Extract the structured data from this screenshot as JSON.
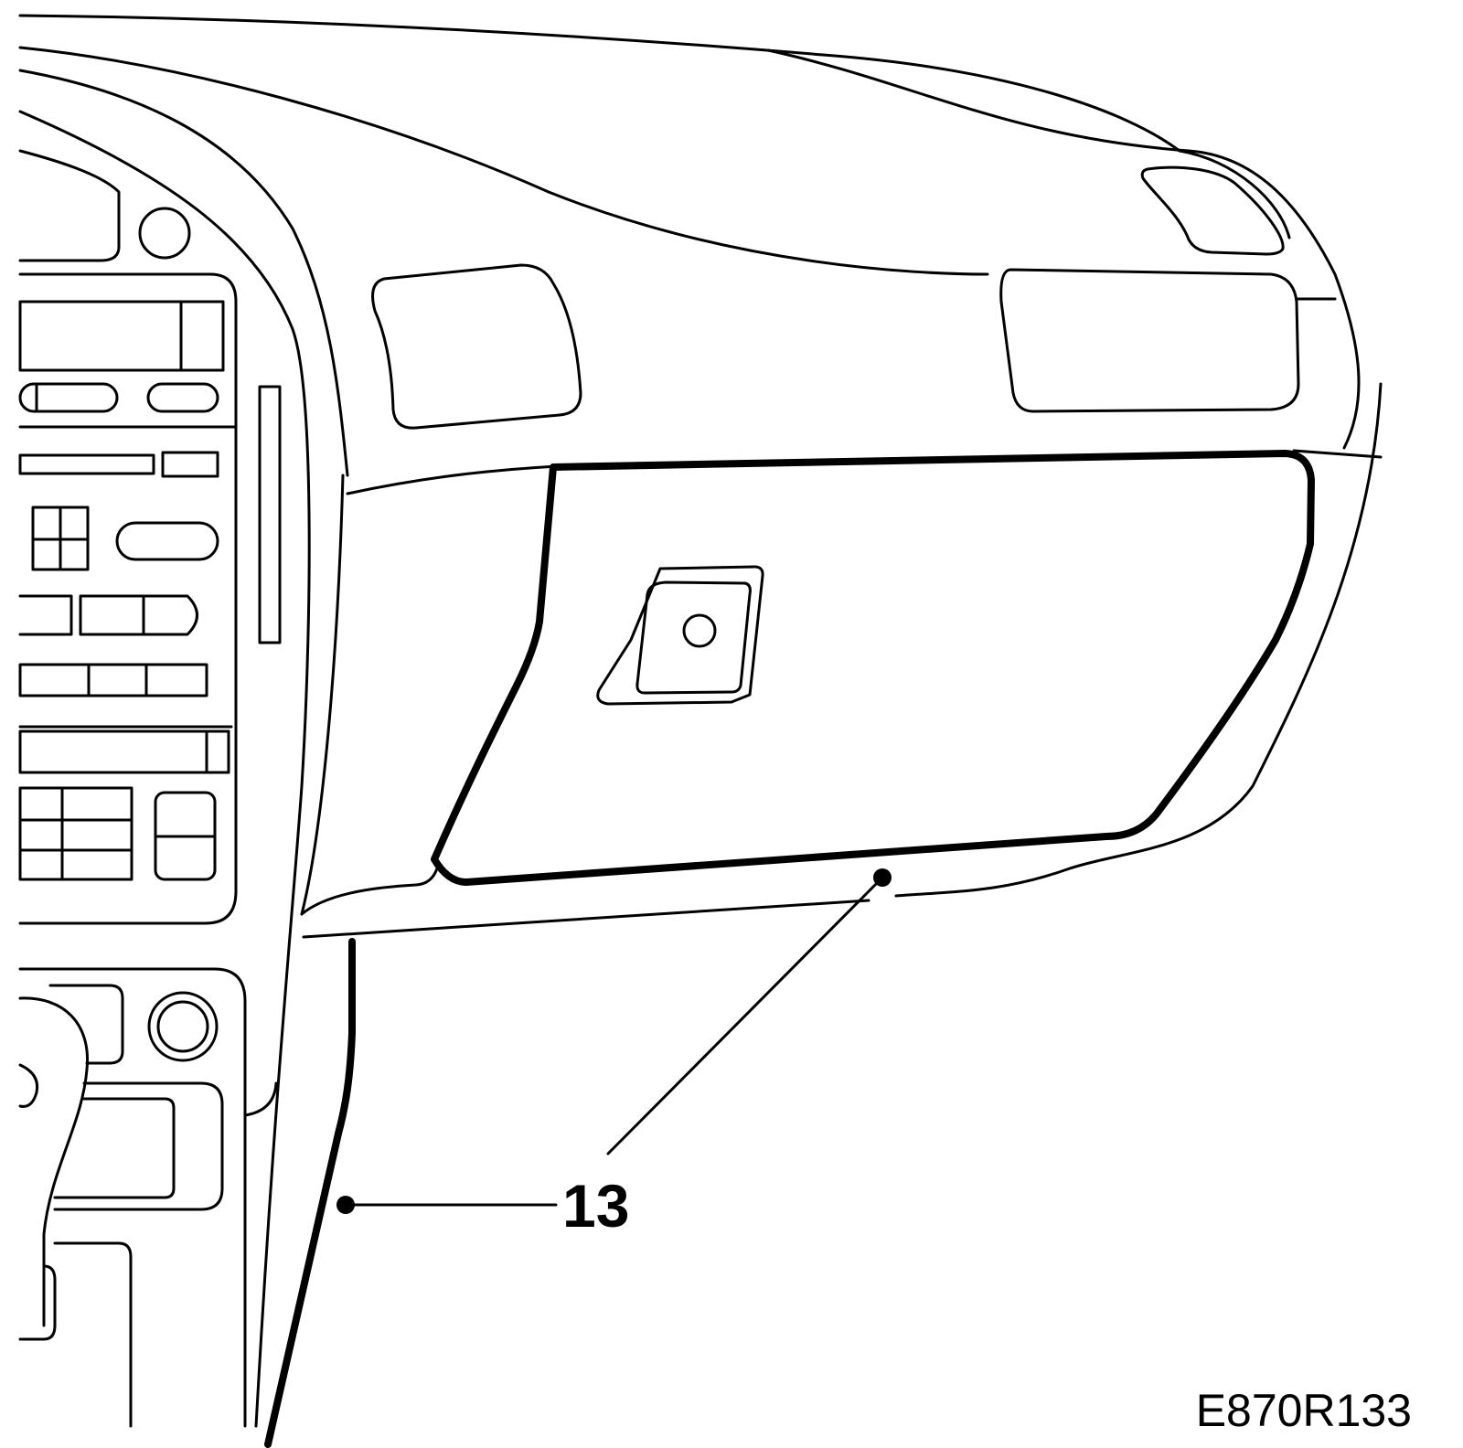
{
  "figure": {
    "callouts": [
      {
        "id": "glovebox-seal",
        "label": "13"
      }
    ],
    "figure_id": "E870R133"
  }
}
